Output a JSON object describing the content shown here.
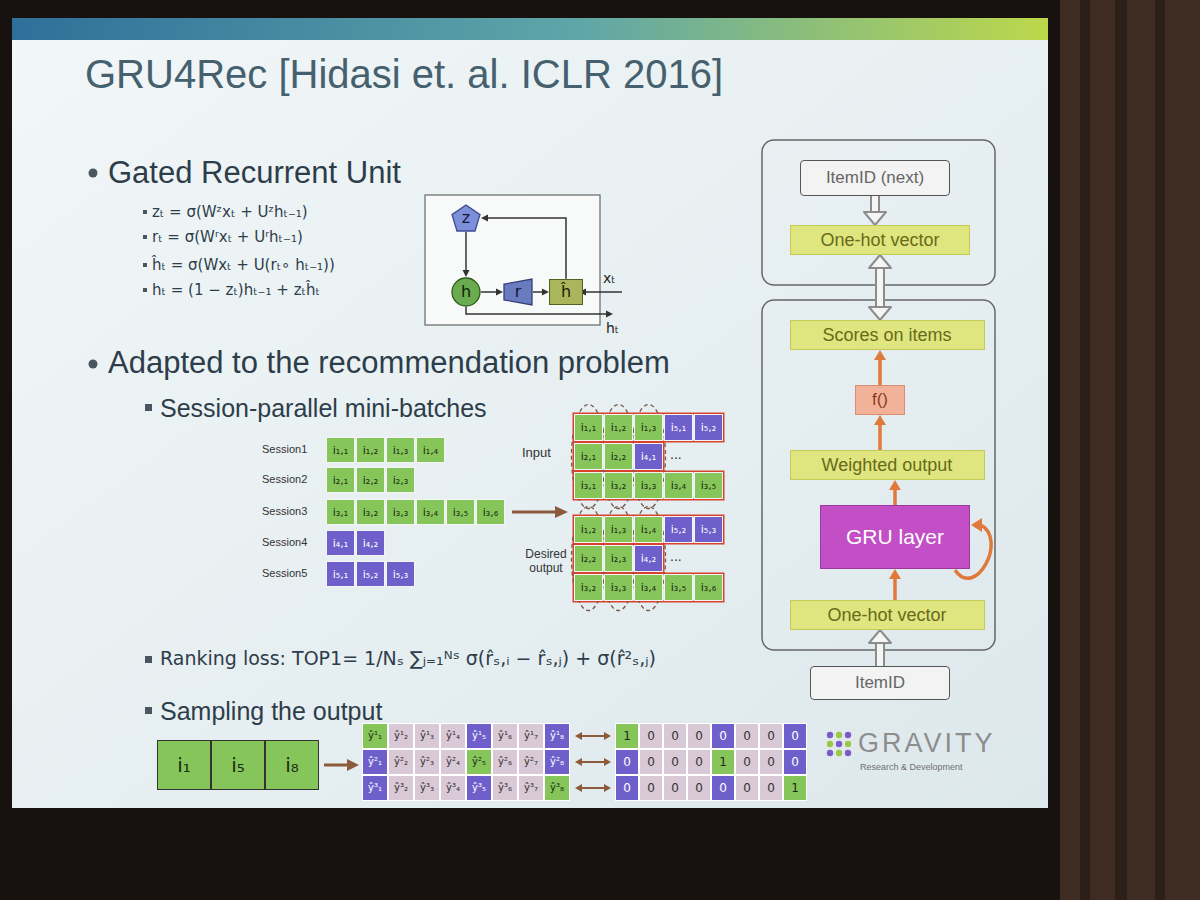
{
  "diagram": {
    "title": "GRU4Rec [Hidasi et. al. ICLR 2016]",
    "nodes": [
      {
        "text": [
          "z"
        ]
      },
      {
        "text": [
          "h"
        ]
      },
      {
        "text": [
          "r"
        ]
      },
      {
        "text": [
          "ĥ"
        ]
      },
      {
        "text": [
          "ItemID (next)"
        ]
      },
      {
        "text": [
          "One-hot vector"
        ]
      },
      {
        "text": [
          "Scores on items"
        ]
      },
      {
        "text": [
          "f()"
        ]
      },
      {
        "text": [
          "Weighted output"
        ]
      },
      {
        "text": [
          "GRU layer"
        ]
      },
      {
        "text": [
          "One-hot vector"
        ]
      },
      {
        "text": [
          "ItemID"
        ]
      }
    ],
    "edges": [
      {
        "from": 0,
        "to": 1,
        "arrow": "to"
      },
      {
        "from": 1,
        "to": 2,
        "arrow": "to"
      },
      {
        "from": 2,
        "to": 3,
        "arrow": "to"
      },
      {
        "from": 3,
        "to": 0,
        "arrow": "to"
      },
      {
        "from": 4,
        "to": 5,
        "arrow": "to"
      },
      {
        "from": 5,
        "to": 6,
        "arrow": "both"
      },
      {
        "from": 7,
        "to": 6,
        "arrow": "to"
      },
      {
        "from": 8,
        "to": 7,
        "arrow": "to"
      },
      {
        "from": 9,
        "to": 8,
        "arrow": "to"
      },
      {
        "from": 10,
        "to": 9,
        "arrow": "to"
      },
      {
        "from": 11,
        "to": 10,
        "arrow": "to"
      }
    ],
    "labels": [
      "Gated Recurrent Unit",
      "zₜ = σ(Wᶻxₜ + Uᶻhₜ₋₁)",
      "rₜ = σ(Wʳxₜ + Uʳhₜ₋₁)",
      "ĥₜ = σ(Wxₜ + U(rₜ∘ hₜ₋₁))",
      "hₜ = (1 − zₜ)hₜ₋₁ + zₜĥₜ",
      "xₜ",
      "hₜ",
      "Adapted to the recommendation problem",
      "Session-parallel mini-batches",
      "Session1",
      "Session2",
      "Session3",
      "Session4",
      "Session5",
      "i₁,₁",
      "i₁,₂",
      "i₁,₃",
      "i₁,₄",
      "i₂,₁",
      "i₂,₂",
      "i₂,₃",
      "i₃,₁",
      "i₃,₂",
      "i₃,₃",
      "i₃,₄",
      "i₃,₅",
      "i₃,₆",
      "i₄,₁",
      "i₄,₂",
      "i₅,₁",
      "i₅,₂",
      "i₅,₃",
      "Input",
      "i₁,₁",
      "i₁,₂",
      "i₁,₃",
      "i₅,₁",
      "i₅,₂",
      "i₂,₁",
      "i₂,₂",
      "i₄,₁",
      "...",
      "i₃,₁",
      "i₃,₂",
      "i₃,₃",
      "i₃,₄",
      "i₃,₅",
      "Desired output",
      "i₁,₂",
      "i₁,₃",
      "i₁,₄",
      "i₅,₂",
      "i₅,₃",
      "i₂,₂",
      "i₂,₃",
      "i₄,₂",
      "...",
      "i₃,₂",
      "i₃,₃",
      "i₃,₄",
      "i₃,₅",
      "i₃,₆",
      "Ranking loss: TOP1= 1/Nₛ ∑ⱼ₌₁ᴺˢ σ(r̂ₛ,ᵢ − r̂ₛ,ⱼ) + σ(r̂²ₛ,ⱼ)",
      "Sampling the output",
      "i₁",
      "i₅",
      "i₈",
      "ŷ¹₁",
      "ŷ¹₂",
      "ŷ¹₃",
      "ŷ¹₄",
      "ŷ¹₅",
      "ŷ¹₆",
      "ŷ¹₇",
      "ŷ¹₈",
      "ŷ²₁",
      "ŷ²₂",
      "ŷ²₃",
      "ŷ²₄",
      "ŷ²₅",
      "ŷ²₆",
      "ŷ²₇",
      "ŷ²₈",
      "ŷ³₁",
      "ŷ³₂",
      "ŷ³₃",
      "ŷ³₄",
      "ŷ³₅",
      "ŷ³₆",
      "ŷ³₇",
      "ŷ³₈",
      "1",
      "0",
      "0",
      "0",
      "0",
      "0",
      "0",
      "0",
      "0",
      "0",
      "0",
      "0",
      "1",
      "0",
      "0",
      "0",
      "0",
      "0",
      "0",
      "0",
      "0",
      "0",
      "0",
      "1",
      "GRAVITY",
      "Research & Development"
    ]
  }
}
